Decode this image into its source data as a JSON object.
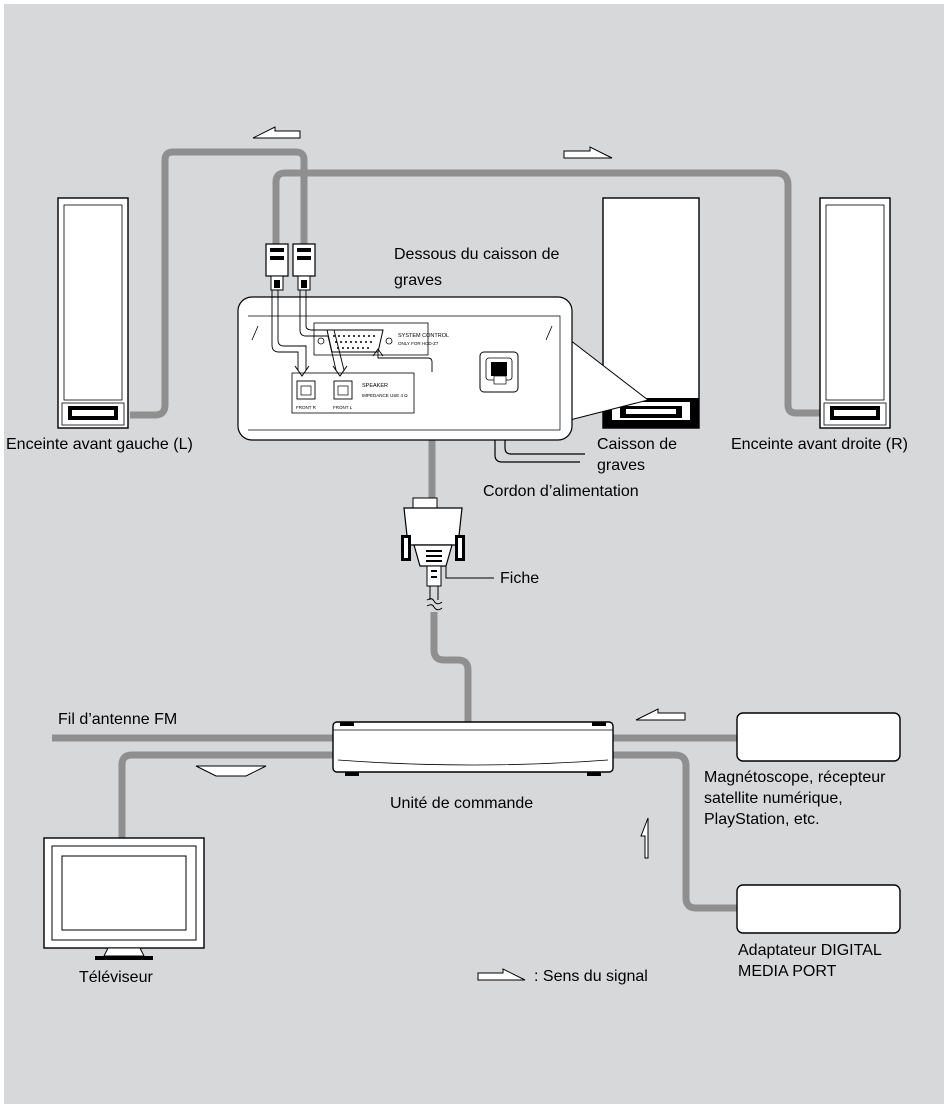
{
  "labels": {
    "left_speaker": "Enceinte avant gauche (L)",
    "right_speaker": "Enceinte avant droite (R)",
    "subwoofer_bottom_line1": "Dessous du caisson de",
    "subwoofer_bottom_line2": "graves",
    "subwoofer_line1": "Caisson de",
    "subwoofer_line2": "graves",
    "power_cord": "Cordon d’alimentation",
    "plug": "Fiche",
    "fm_antenna": "Fil d’antenne FM",
    "control_unit": "Unité de commande",
    "vcr_line1": "Magnétoscope, récepteur",
    "vcr_line2": "satellite numérique,",
    "vcr_line3": "PlayStation, etc.",
    "dmport_line1": "Adaptateur DIGITAL",
    "dmport_line2": "MEDIA PORT",
    "tv": "Téléviseur",
    "legend": ": Sens du signal"
  },
  "panel": {
    "system_control_line1": "SYSTEM CONTROL",
    "system_control_line2": "ONLY FOR HCD-Z7",
    "speaker_line1": "SPEAKER",
    "speaker_line2": "IMPEDANCE USE 4 Ω",
    "front_r": "FRONT R",
    "front_l": "FRONT L"
  },
  "colors": {
    "background": "#d7d8da",
    "cable": "#8f8f8f",
    "device_fill": "#ffffff",
    "outline": "#000000"
  }
}
